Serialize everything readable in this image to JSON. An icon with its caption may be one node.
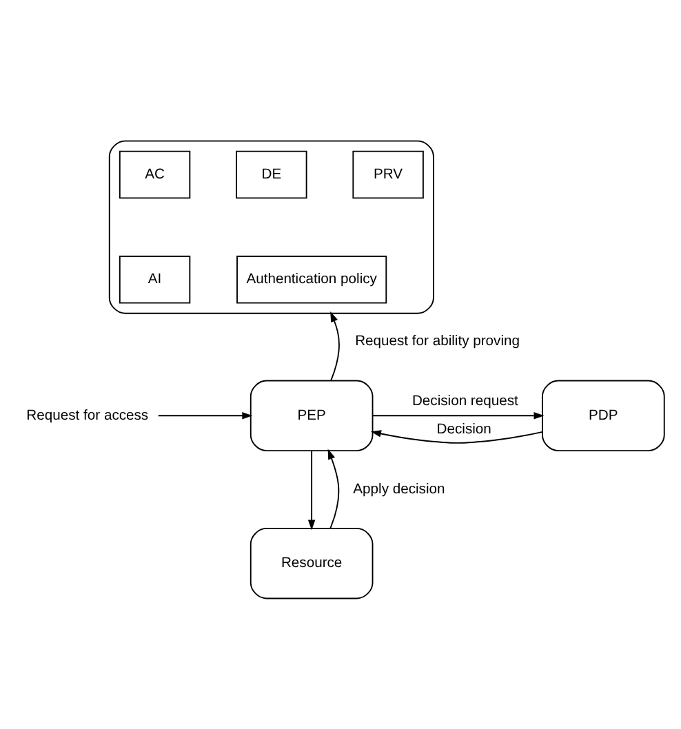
{
  "diagram": {
    "nodes": [
      {
        "text": [],
        "shape": "box"
      },
      {
        "text": [
          "PRV"
        ],
        "in": 0
      },
      {
        "text": [
          "DE"
        ],
        "in": 0
      },
      {
        "text": [
          "AC"
        ],
        "in": 0
      },
      {
        "text": [
          "AI"
        ],
        "in": 0
      },
      {
        "text": [
          "Authentication policy"
        ],
        "in": 0
      },
      {
        "text": [
          "PEP"
        ]
      },
      {
        "text": [
          "PDP"
        ]
      },
      {
        "text": [
          "Resource"
        ]
      },
      {
        "text": [
          "Request for access"
        ]
      }
    ],
    "edges": [
      {
        "from": 6,
        "to": 0,
        "arrow": "to",
        "label": "Request for ability proving"
      },
      {
        "from": 9,
        "to": 6,
        "arrow": "to"
      },
      {
        "from": 6,
        "to": 7,
        "arrow": "to",
        "label": "Decision request"
      },
      {
        "from": 7,
        "to": 6,
        "arrow": "to",
        "label": "Decision"
      },
      {
        "from": 8,
        "to": 6,
        "arrow": "to",
        "label": "Apply decision"
      },
      {
        "from": 6,
        "to": 8,
        "arrow": "to"
      }
    ]
  }
}
